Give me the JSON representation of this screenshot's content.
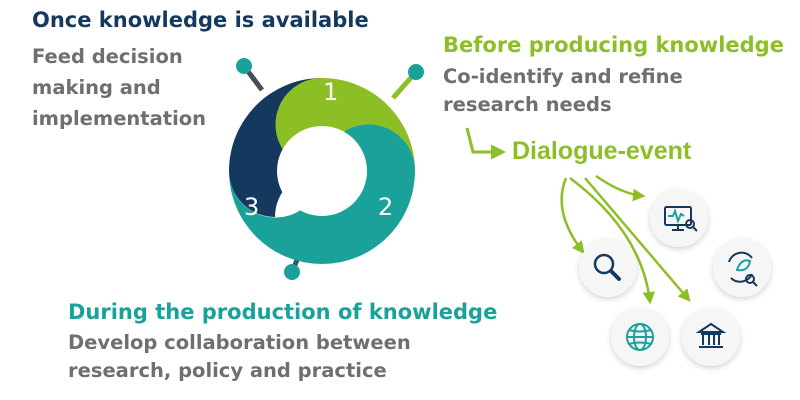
{
  "colors": {
    "navy": "#15395e",
    "green": "#8cbf26",
    "teal": "#1aa19a",
    "gray_text": "#6f6f6f",
    "circle_bg": "#f6f6f6"
  },
  "stage_once": {
    "heading": "Once knowledge is available",
    "lines": [
      "Feed decision",
      "making and",
      "implementation"
    ]
  },
  "stage_before": {
    "heading": "Before producing knowledge",
    "lines": [
      "Co-identify and refine",
      "research needs"
    ]
  },
  "stage_during": {
    "heading": "During the production of knowledge",
    "lines": [
      "Develop collaboration between",
      "research, policy and practice"
    ]
  },
  "ring": {
    "numbers": [
      "1",
      "2",
      "3"
    ]
  },
  "dialogue_label": "Dialogue-event",
  "icons": [
    "monitor-search-icon",
    "eco-search-icon",
    "magnifier-icon",
    "globe-icon",
    "institution-icon"
  ]
}
